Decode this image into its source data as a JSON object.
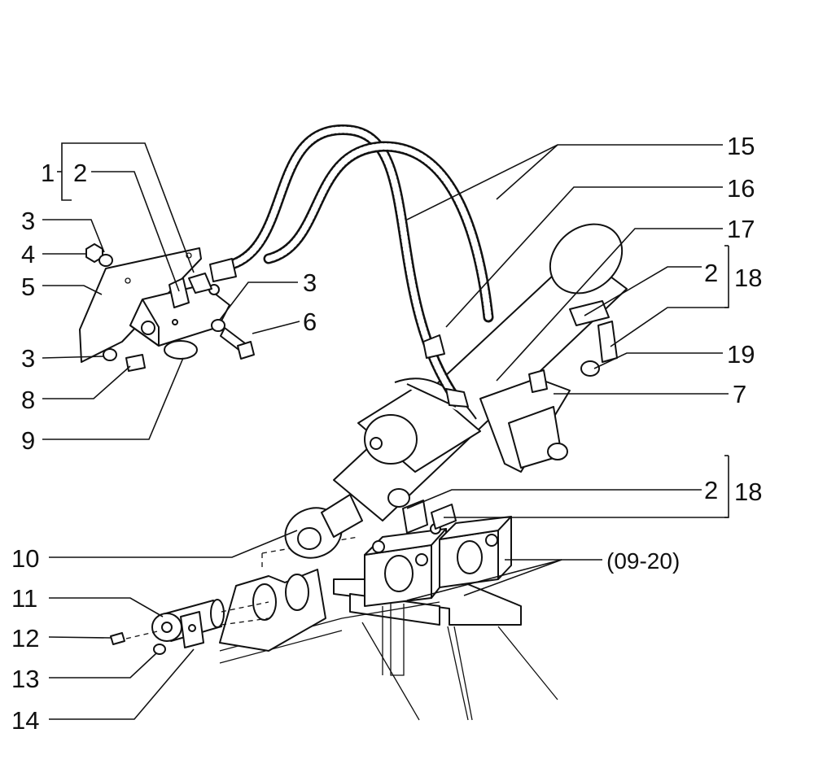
{
  "callouts": {
    "c1": "1",
    "c2_top": "2",
    "c3_a": "3",
    "c4": "4",
    "c5": "5",
    "c3_b": "3",
    "c6": "6",
    "c3_c": "3",
    "c8": "8",
    "c9": "9",
    "c15": "15",
    "c16": "16",
    "c17": "17",
    "c2_r1": "2",
    "c18_a": "18",
    "c19": "19",
    "c7": "7",
    "c2_r2": "2",
    "c18_b": "18",
    "c_ref": "(09-20)",
    "c10": "10",
    "c11": "11",
    "c12": "12",
    "c13": "13",
    "c14": "14"
  }
}
